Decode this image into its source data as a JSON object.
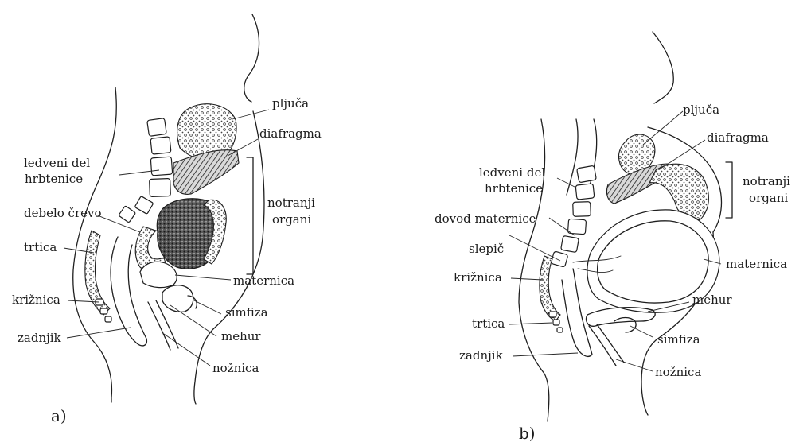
{
  "panel_a": {
    "caption": "a)",
    "labels": {
      "pljuca": "pljuča",
      "diafragma": "diafragma",
      "ledveni_1": "ledveni del",
      "ledveni_2": "hrbtenice",
      "notranji_1": "notranji",
      "notranji_2": "organi",
      "debelo_crevo": "debelo črevo",
      "trtica": "trtica",
      "maternica": "maternica",
      "kriznica": "križnica",
      "simfiza": "simfiza",
      "zadnjik": "zadnjik",
      "mehur": "mehur",
      "noznica": "nožnica"
    }
  },
  "panel_b": {
    "caption": "b)",
    "labels": {
      "pljuca": "pljuča",
      "diafragma": "diafragma",
      "ledveni_1": "ledveni del",
      "ledveni_2": "hrbtenice",
      "notranji_1": "notranji",
      "notranji_2": "organi",
      "dovod_maternice": "dovod maternice",
      "slepic": "slepič",
      "maternica": "maternica",
      "kriznica": "križnica",
      "mehur": "mehur",
      "trtica": "trtica",
      "simfiza": "simfiza",
      "zadnjik": "zadnjik",
      "noznica": "nožnica"
    }
  }
}
